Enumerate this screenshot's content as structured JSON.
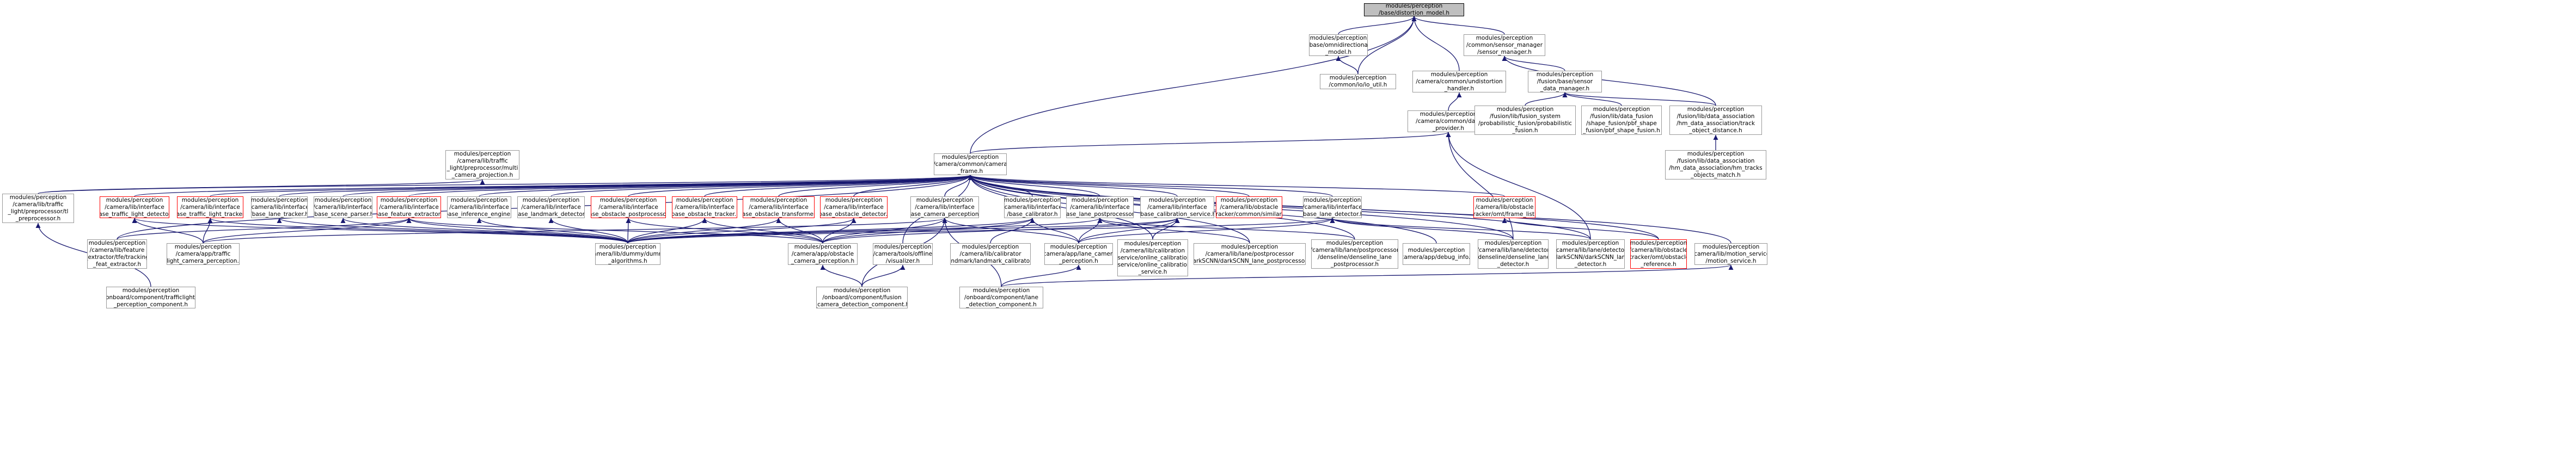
{
  "colors": {
    "edge": "#191970",
    "border": "#999999",
    "red_border": "#ff0000",
    "highlight_fill": "#bfbfbf"
  },
  "nodes": {
    "root": {
      "lines": [
        "modules/perception",
        "/base/distortion_model.h"
      ],
      "highlight": true
    },
    "omni": {
      "lines": [
        "modules/perception",
        "/base/omnidirectional",
        "_model.h"
      ]
    },
    "io_util": {
      "lines": [
        "modules/perception",
        "/common/io/io_util.h"
      ]
    },
    "sensor_manager": {
      "lines": [
        "modules/perception",
        "/common/sensor_manager",
        "/sensor_manager.h"
      ]
    },
    "distortion_handler": {
      "lines": [
        "modules/perception",
        "/camera/common/undistortion",
        "_handler.h"
      ]
    },
    "base_sensor_data_manager": {
      "lines": [
        "modules/perception",
        "/fusion/base/sensor",
        "_data_manager.h"
      ]
    },
    "data_provider": {
      "lines": [
        "modules/perception",
        "/camera/common/data",
        "_provider.h"
      ]
    },
    "probabilistic_fusion": {
      "lines": [
        "modules/perception",
        "/fusion/lib/fusion_system",
        "/probabilistic_fusion/probabilistic",
        "_fusion.h"
      ]
    },
    "pbf_shape_fusion": {
      "lines": [
        "modules/perception",
        "/fusion/lib/data_fusion",
        "/shape_fusion/pbf_shape",
        "_fusion/pbf_shape_fusion.h"
      ]
    },
    "track_object_distance": {
      "lines": [
        "modules/perception",
        "/fusion/lib/data_association",
        "/hm_data_association/track",
        "_object_distance.h"
      ]
    },
    "hm_tracks_objects_match": {
      "lines": [
        "modules/perception",
        "/fusion/lib/data_association",
        "/hm_data_association/hm_tracks",
        "_objects_match.h"
      ]
    },
    "multi_camera_projection": {
      "lines": [
        "modules/perception",
        "/camera/lib/traffic",
        "_light/preprocessor/multi",
        "_camera_projection.h"
      ]
    },
    "camera_frame": {
      "lines": [
        "modules/perception",
        "/camera/common/camera",
        "_frame.h"
      ]
    },
    "tl_preprocessor": {
      "lines": [
        "modules/perception",
        "/camera/lib/traffic",
        "_light/preprocessor/tl",
        "_preprocessor.h"
      ]
    },
    "base_tl_detector": {
      "lines": [
        "modules/perception",
        "/camera/lib/interface",
        "/base_traffic_light_detector.h"
      ],
      "red": true
    },
    "base_tl_tracker": {
      "lines": [
        "modules/perception",
        "/camera/lib/interface",
        "/base_traffic_light_tracker.h"
      ],
      "red": true
    },
    "base_lane_tracker": {
      "lines": [
        "modules/perception",
        "/camera/lib/interface",
        "/base_lane_tracker.h"
      ]
    },
    "base_scene_parser": {
      "lines": [
        "modules/perception",
        "/camera/lib/interface",
        "/base_scene_parser.h"
      ]
    },
    "base_feature_extractor": {
      "lines": [
        "modules/perception",
        "/camera/lib/interface",
        "/base_feature_extractor.h"
      ],
      "red": true
    },
    "base_inference_engine": {
      "lines": [
        "modules/perception",
        "/camera/lib/interface",
        "/base_inference_engine.h"
      ]
    },
    "base_landmark_detector": {
      "lines": [
        "modules/perception",
        "/camera/lib/interface",
        "/base_landmark_detector.h"
      ]
    },
    "base_obstacle_postprocessor": {
      "lines": [
        "modules/perception",
        "/camera/lib/interface",
        "/base_obstacle_postprocessor.h"
      ],
      "red": true
    },
    "base_obstacle_tracker": {
      "lines": [
        "modules/perception",
        "/camera/lib/interface",
        "/base_obstacle_tracker.h"
      ],
      "red": true
    },
    "base_obstacle_transformer": {
      "lines": [
        "modules/perception",
        "/camera/lib/interface",
        "/base_obstacle_transformer.h"
      ],
      "red": true
    },
    "base_obstacle_detector": {
      "lines": [
        "modules/perception",
        "/camera/lib/interface",
        "/base_obstacle_detector.h"
      ],
      "red": true
    },
    "base_camera_perception": {
      "lines": [
        "modules/perception",
        "/camera/lib/interface",
        "/base_camera_perception.h"
      ]
    },
    "base_calibrator": {
      "lines": [
        "modules/perception",
        "/camera/lib/interface",
        "/base_calibrator.h"
      ]
    },
    "base_lane_postprocessor": {
      "lines": [
        "modules/perception",
        "/camera/lib/interface",
        "/base_lane_postprocessor.h"
      ]
    },
    "base_calibration_service": {
      "lines": [
        "modules/perception",
        "/camera/lib/interface",
        "/base_calibration_service.h"
      ]
    },
    "obstacle_similar": {
      "lines": [
        "modules/perception",
        "/camera/lib/obstacle",
        "/tracker/common/similar.h"
      ],
      "red": true
    },
    "base_lane_detector": {
      "lines": [
        "modules/perception",
        "/camera/lib/interface",
        "/base_lane_detector.h"
      ]
    },
    "frame_list": {
      "lines": [
        "modules/perception",
        "/camera/lib/obstacle",
        "/tracker/omt/frame_list.h"
      ],
      "red": true
    },
    "feature_extractor_tfe": {
      "lines": [
        "modules/perception",
        "/camera/lib/feature",
        "_extractor/tfe/tracking",
        "_feat_extractor.h"
      ]
    },
    "traffic_light_camera_perception": {
      "lines": [
        "modules/perception",
        "/camera/app/traffic",
        "_light_camera_perception.h"
      ]
    },
    "dummy_algorithms": {
      "lines": [
        "modules/perception",
        "/camera/lib/dummy/dummy",
        "_algorithms.h"
      ]
    },
    "obstacle_camera_perception": {
      "lines": [
        "modules/perception",
        "/camera/app/obstacle",
        "_camera_perception.h"
      ]
    },
    "offline_visualizer": {
      "lines": [
        "modules/perception",
        "/camera/tools/offline",
        "/visualizer.h"
      ]
    },
    "landmark_calibrator": {
      "lines": [
        "modules/perception",
        "/camera/lib/calibrator",
        "/landmark/landmark_calibrator.h"
      ]
    },
    "lane_camera_perception": {
      "lines": [
        "modules/perception",
        "/camera/app/lane_camera",
        "_perception.h"
      ]
    },
    "online_calibration_service": {
      "lines": [
        "modules/perception",
        "/camera/lib/calibration",
        "_service/online_calibration",
        "_service/online_calibration",
        "_service.h"
      ]
    },
    "darkSCNN_lane_postprocessor": {
      "lines": [
        "modules/perception",
        "/camera/lib/lane/postprocessor",
        "/darkSCNN/darkSCNN_lane_postprocessor.h"
      ]
    },
    "denseline_lane_postprocessor": {
      "lines": [
        "modules/perception",
        "/camera/lib/lane/postprocessor",
        "/denseline/denseline_lane",
        "_postprocessor.h"
      ]
    },
    "debug_info": {
      "lines": [
        "modules/perception",
        "/camera/app/debug_info.h"
      ]
    },
    "denseline_lane_detector": {
      "lines": [
        "modules/perception",
        "/camera/lib/lane/detector",
        "/denseline/denseline_lane",
        "_detector.h"
      ]
    },
    "darkSCNN_lane_detector": {
      "lines": [
        "modules/perception",
        "/camera/lib/lane/detector",
        "/darkSCNN/darkSCNN_lane",
        "_detector.h"
      ]
    },
    "obstacle_reference": {
      "lines": [
        "modules/perception",
        "/camera/lib/obstacle",
        "/tracker/omt/obstacle",
        "_reference.h"
      ],
      "red": true
    },
    "fusion_service": {
      "lines": [
        "modules/perception",
        "/camera/lib/motion_service",
        "/motion_service.h"
      ]
    },
    "traffic_lights_perception_component": {
      "lines": [
        "modules/perception",
        "/onboard/component/trafficlights",
        "_perception_component.h"
      ]
    },
    "fusion_camera_detection_component": {
      "lines": [
        "modules/perception",
        "/onboard/component/fusion",
        "_camera_detection_component.h"
      ]
    },
    "lane_detection_component": {
      "lines": [
        "modules/perception",
        "/onboard/component/lane",
        "_detection_component.h"
      ]
    }
  }
}
